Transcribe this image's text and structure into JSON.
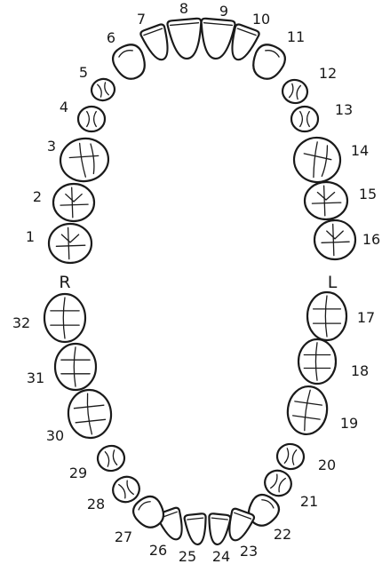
{
  "side_labels": {
    "right": "R",
    "left": "L"
  },
  "teeth": {
    "1": "1",
    "2": "2",
    "3": "3",
    "4": "4",
    "5": "5",
    "6": "6",
    "7": "7",
    "8": "8",
    "9": "9",
    "10": "10",
    "11": "11",
    "12": "12",
    "13": "13",
    "14": "14",
    "15": "15",
    "16": "16",
    "17": "17",
    "18": "18",
    "19": "19",
    "20": "20",
    "21": "21",
    "22": "22",
    "23": "23",
    "24": "24",
    "25": "25",
    "26": "26",
    "27": "27",
    "28": "28",
    "29": "29",
    "30": "30",
    "31": "31",
    "32": "32"
  }
}
